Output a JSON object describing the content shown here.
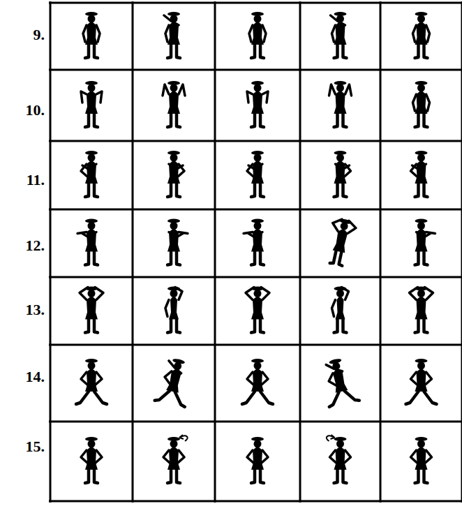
{
  "diagram": {
    "labels": [
      "9.",
      "10.",
      "11.",
      "12.",
      "13.",
      "14.",
      "15."
    ]
  }
}
